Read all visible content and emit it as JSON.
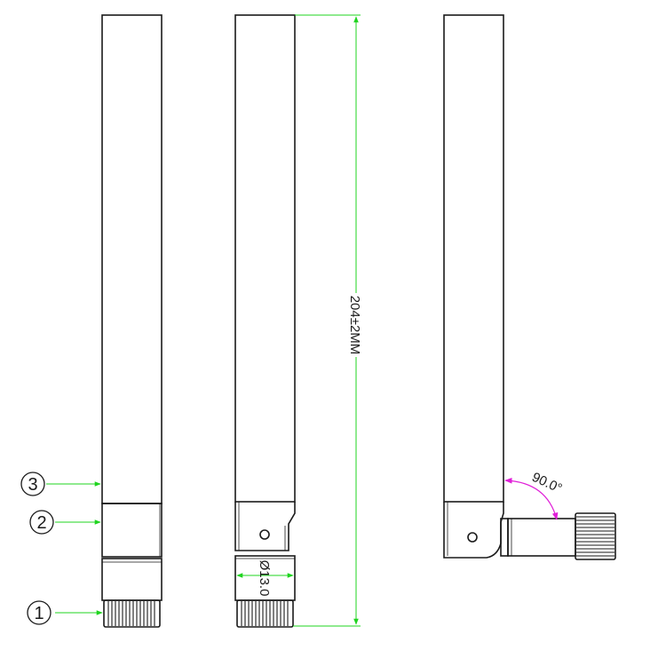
{
  "colors": {
    "outline": "#1a1a1a",
    "dimension": "#1fd41f",
    "angle": "#e020d8",
    "background": "#ffffff"
  },
  "callouts": [
    {
      "number": "1",
      "symbol": "①"
    },
    {
      "number": "2",
      "symbol": "②"
    },
    {
      "number": "3",
      "symbol": "③"
    }
  ],
  "dimensions": {
    "length": "204±2MM",
    "diameter": "Ø13.0",
    "angle": "90.0°"
  }
}
